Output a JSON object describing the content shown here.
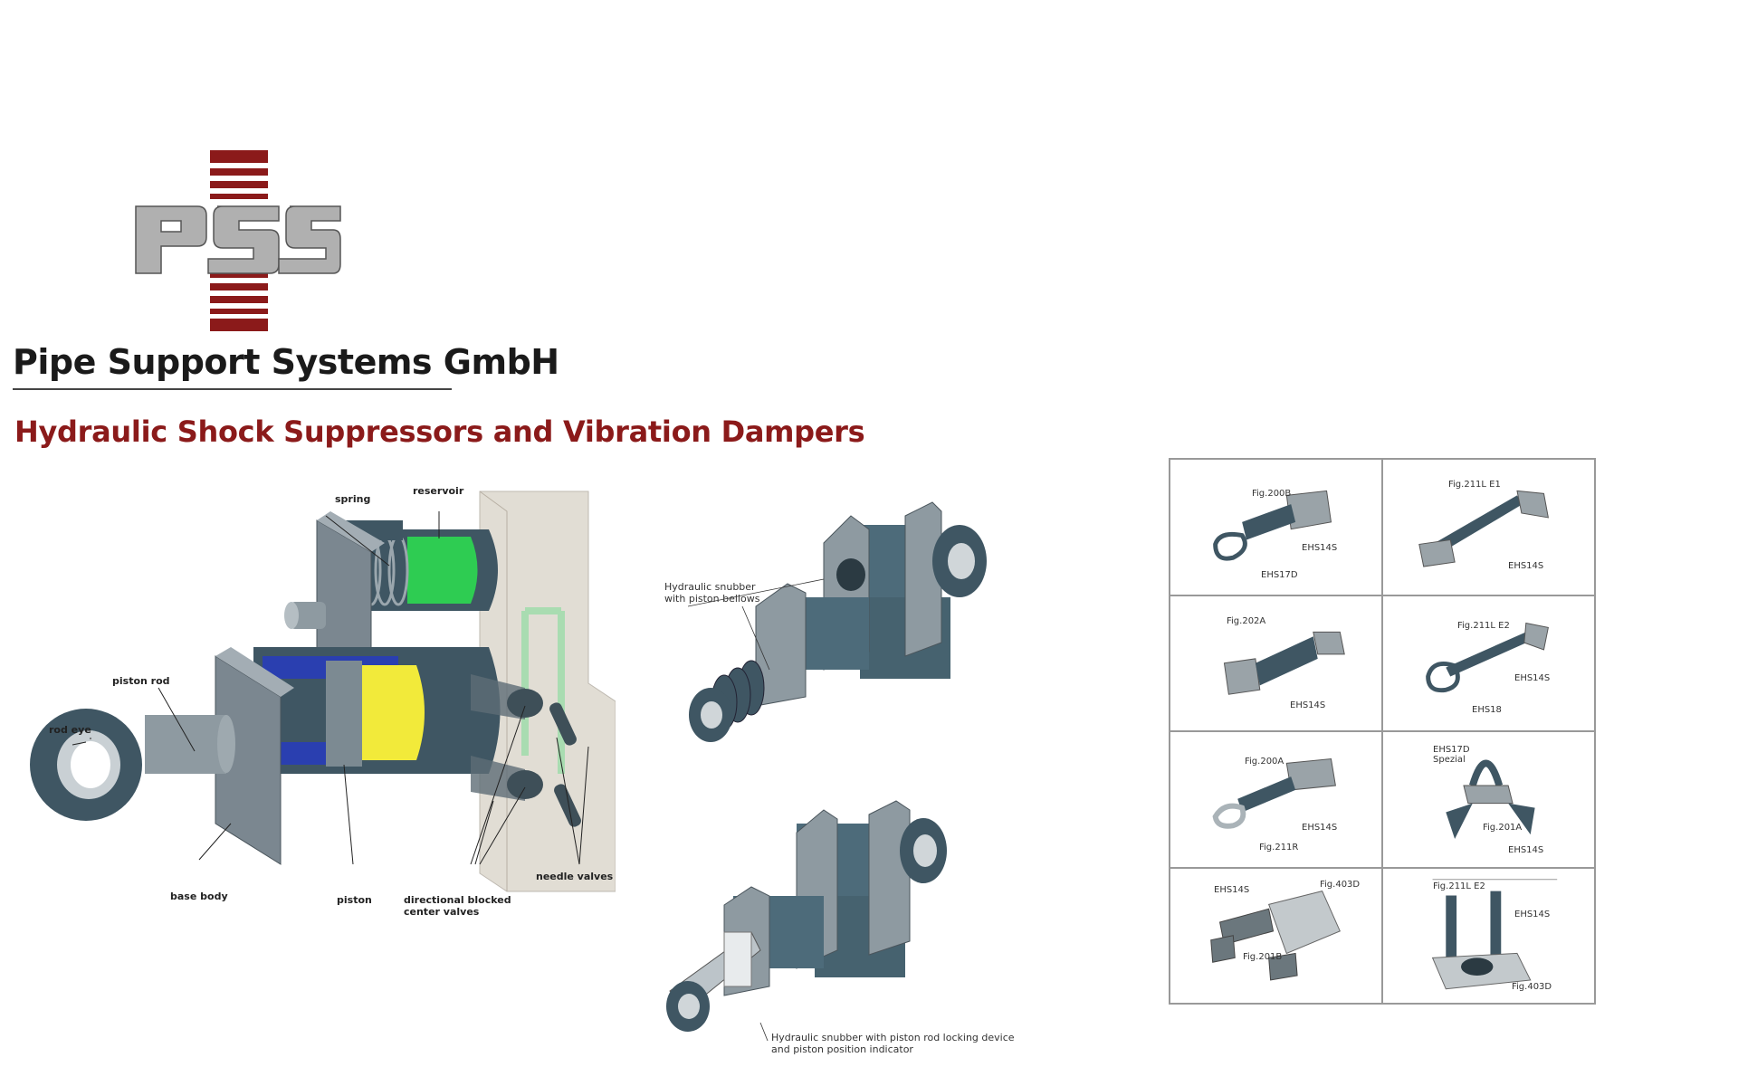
{
  "header": {
    "company_name": "Pipe Support Systems GmbH",
    "title": "Hydraulic Shock Suppressors and Vibration Dampers"
  },
  "logo": {
    "letters": "PSS",
    "colors": {
      "bars": "#8b1a1a",
      "letters": "#b0b0b0"
    }
  },
  "diagram": {
    "labels": {
      "spring": "spring",
      "reservoir": "reservoir",
      "piston_rod": "piston rod",
      "rod_eye": "rod eye",
      "base_body": "base body",
      "piston": "piston",
      "directional": "directional blocked",
      "directional2": "center valves",
      "needle_valves": "needle valves"
    },
    "colors": {
      "body": "#4d6b7a",
      "spring_green": "#2ecc52",
      "piston_yellow": "#f2ea3a",
      "oil_blue": "#2a3fb0"
    }
  },
  "snubbers": {
    "top_caption_1": "Hydraulic snubber",
    "top_caption_2": "with piston bellows",
    "bottom_caption_1": "Hydraulic snubber with piston rod locking device",
    "bottom_caption_2": "and piston position indicator"
  },
  "figures": [
    {
      "labels": [
        "Fig.200B",
        "EHS14S",
        "EHS17D"
      ]
    },
    {
      "labels": [
        "Fig.211L E1",
        "EHS14S"
      ]
    },
    {
      "labels": [
        "Fig.202A",
        "EHS14S"
      ]
    },
    {
      "labels": [
        "Fig.211L E2",
        "EHS14S",
        "EHS18"
      ]
    },
    {
      "labels": [
        "Fig.200A",
        "EHS14S",
        "Fig.211R"
      ]
    },
    {
      "labels": [
        "EHS17D",
        "Spezial",
        "Fig.201A",
        "EHS14S"
      ]
    },
    {
      "labels": [
        "EHS14S",
        "Fig.403D",
        "Fig.201B"
      ]
    },
    {
      "labels": [
        "Fig.211L E2",
        "EHS14S",
        "Fig.403D"
      ]
    }
  ]
}
